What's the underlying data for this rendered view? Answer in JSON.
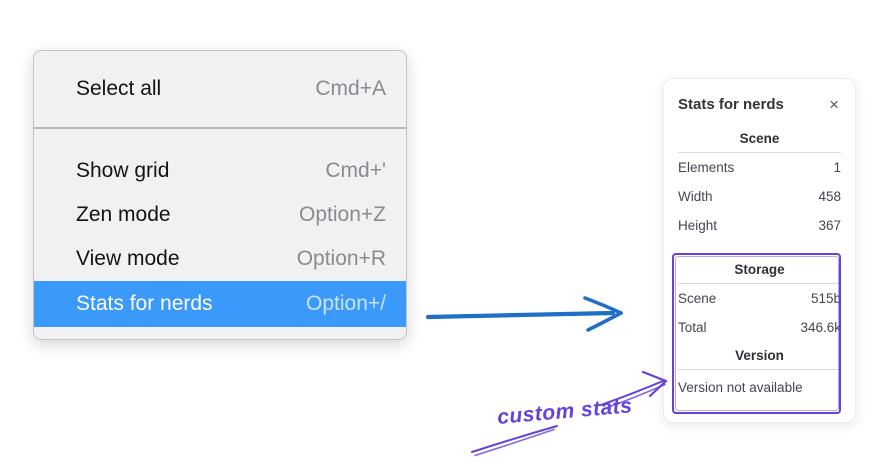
{
  "context_menu": {
    "items": [
      {
        "label": "Select all",
        "shortcut": "Cmd+A",
        "selected": false
      },
      {
        "label": "Show grid",
        "shortcut": "Cmd+'",
        "selected": false
      },
      {
        "label": "Zen mode",
        "shortcut": "Option+Z",
        "selected": false
      },
      {
        "label": "View mode",
        "shortcut": "Option+R",
        "selected": false
      },
      {
        "label": "Stats for nerds",
        "shortcut": "Option+/",
        "selected": true
      }
    ]
  },
  "stats_panel": {
    "title": "Stats for nerds",
    "close_icon": "×",
    "sections": [
      {
        "heading": "Scene",
        "rows": [
          {
            "label": "Elements",
            "value": "1"
          },
          {
            "label": "Width",
            "value": "458"
          },
          {
            "label": "Height",
            "value": "367"
          }
        ]
      },
      {
        "heading": "Storage",
        "rows": [
          {
            "label": "Scene",
            "value": "515b"
          },
          {
            "label": "Total",
            "value": "346.6k"
          }
        ]
      },
      {
        "heading": "Version",
        "note": "Version not available"
      }
    ]
  },
  "annotation": {
    "label": "custom stats"
  },
  "colors": {
    "menu_highlight_blue": "#3b99fa",
    "arrow_blue": "#1e6fc5",
    "annotation_purple": "#6741d9"
  }
}
